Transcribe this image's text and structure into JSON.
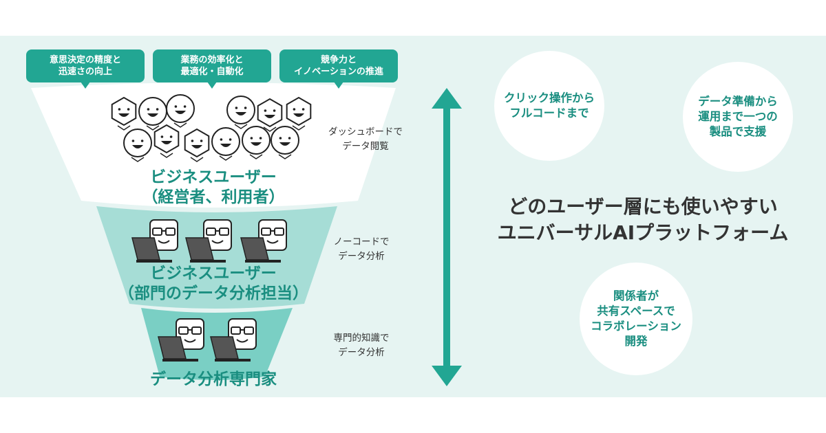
{
  "colors": {
    "teal": "#22a693",
    "teal_dark": "#1a8e80",
    "funnel_mid": "#a6ddd6",
    "funnel_bottom": "#7acfc4",
    "panel_bg": "#e6f4f2"
  },
  "bubbles": [
    {
      "lines": [
        "意思決定の精度と",
        "迅速さの向上"
      ]
    },
    {
      "lines": [
        "業務の効率化と",
        "最適化・自動化"
      ]
    },
    {
      "lines": [
        "競争力と",
        "イノベーションの推進"
      ]
    }
  ],
  "tiers": [
    {
      "lines": [
        "ビジネスユーザー",
        "（経営者、利用者）"
      ],
      "side": [
        "ダッシュボードで",
        "データ閲覧"
      ]
    },
    {
      "lines": [
        "ビジネスユーザー",
        "（部門のデータ分析担当）"
      ],
      "side": [
        "ノーコードで",
        "データ分析"
      ]
    },
    {
      "lines": [
        "データ分析専門家"
      ],
      "side": [
        "専門的知識で",
        "データ分析"
      ]
    }
  ],
  "features": [
    {
      "lines": [
        "クリック操作から",
        "フルコードまで"
      ]
    },
    {
      "lines": [
        "データ準備から",
        "運用まで一つの",
        "製品で支援"
      ]
    },
    {
      "lines": [
        "関係者が",
        "共有スペースで",
        "コラボレーション",
        "開発"
      ]
    }
  ],
  "headline": {
    "lines": [
      "どのユーザー層にも使いやすい",
      "ユニバーサルAIプラットフォーム"
    ]
  },
  "icons": {
    "arrow": "double-headed-vertical-arrow",
    "face": "smiling-user-face",
    "analyst": "glasses-user-with-laptop"
  }
}
